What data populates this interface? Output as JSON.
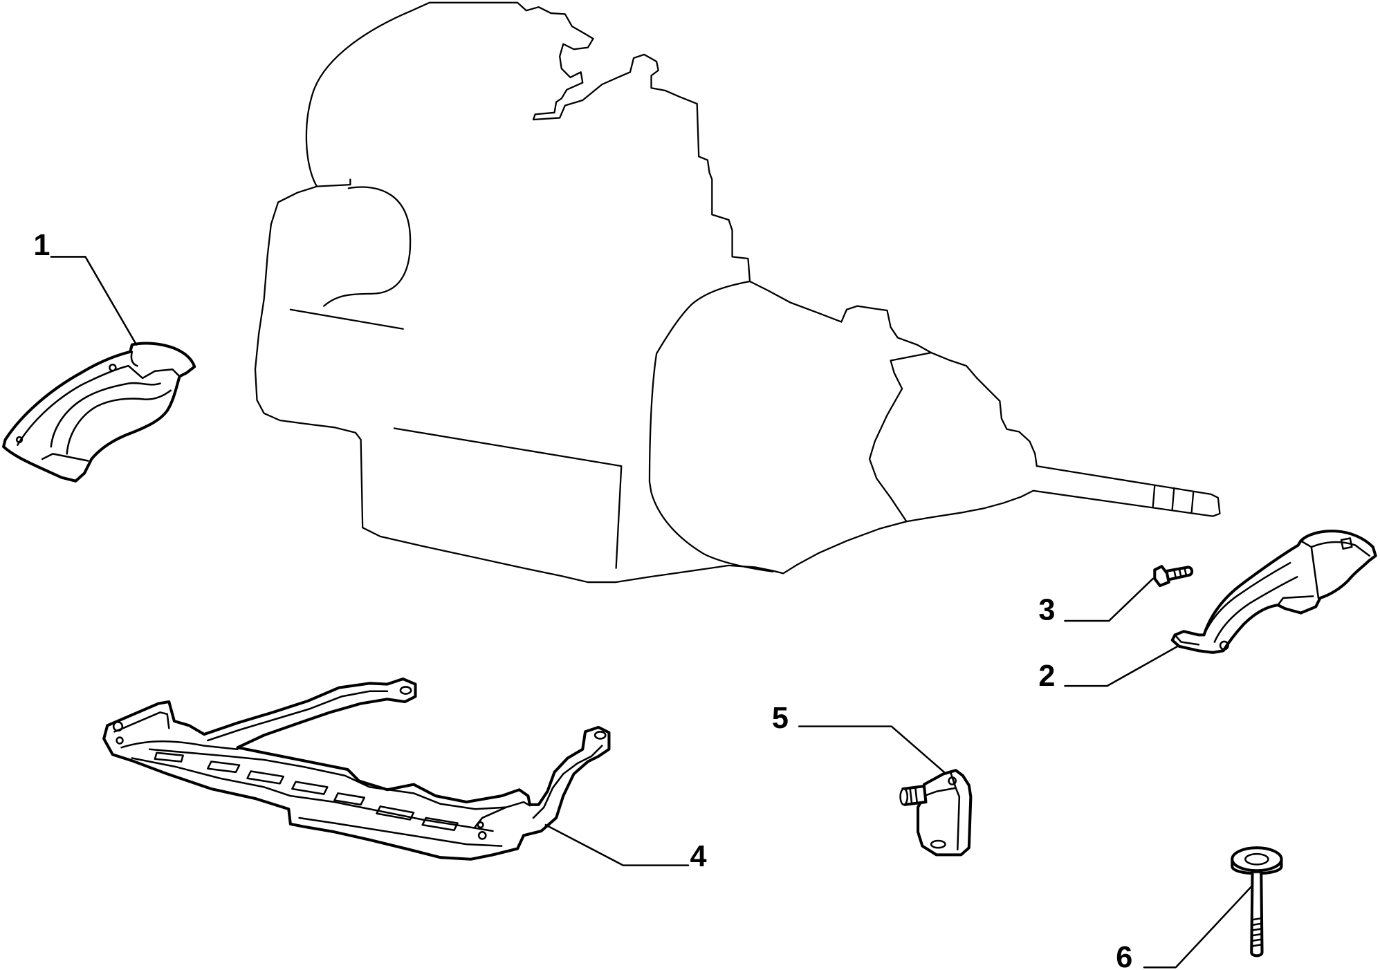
{
  "diagram": {
    "background_color": "#ffffff",
    "line_color": "#000000",
    "callouts": [
      "1",
      "2",
      "3",
      "4",
      "5",
      "6"
    ]
  }
}
